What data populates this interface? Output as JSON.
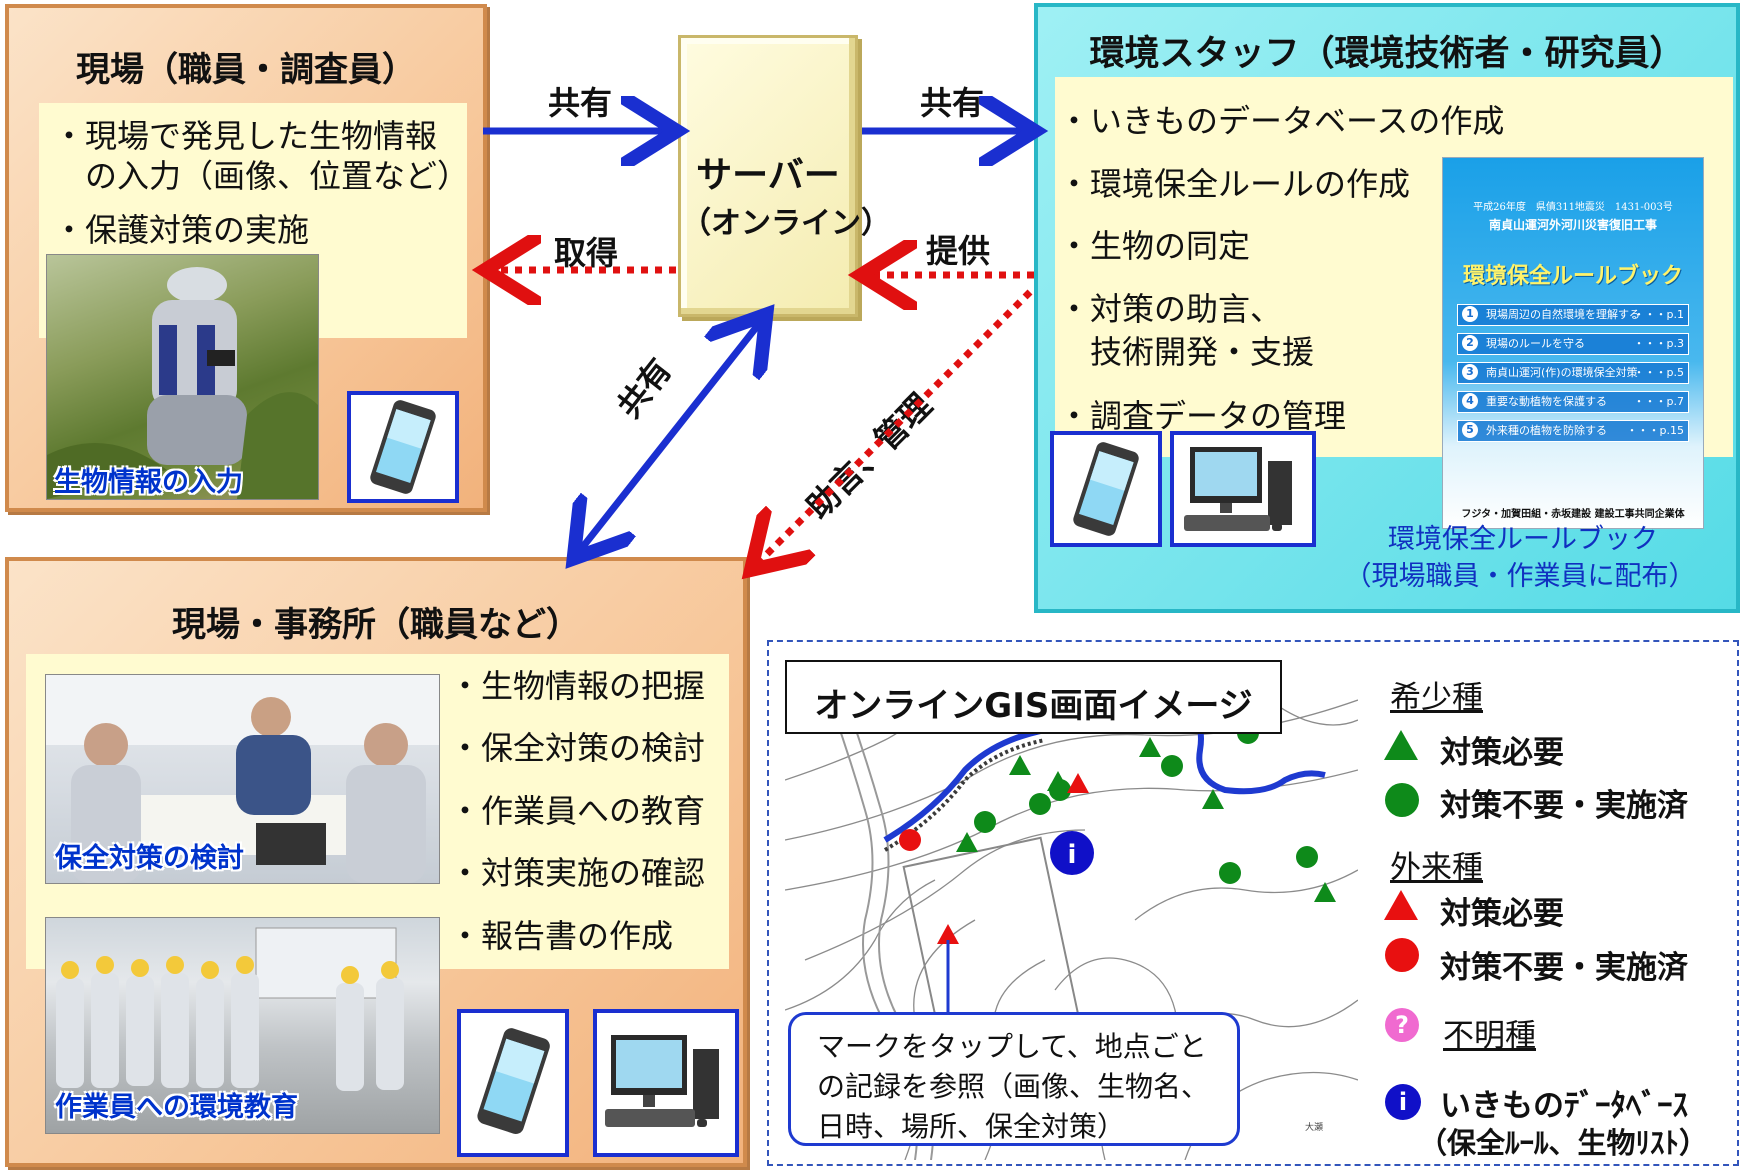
{
  "field_panel": {
    "title": "現場（職員・調査員）",
    "items": [
      "・現場で発見した生物情報",
      "　の入力（画像、位置など）",
      "・保護対策の実施"
    ],
    "photo_caption": "生物情報の入力"
  },
  "server": {
    "line1": "サーバー",
    "line2": "（オンライン）"
  },
  "staff_panel": {
    "title": "環境スタッフ（環境技術者・研究員）",
    "items": [
      "・いきものデータベースの作成",
      "・環境保全ルールの作成",
      "・生物の同定",
      "・対策の助言、",
      "　技術開発・支援",
      "・調査データの管理"
    ],
    "book": {
      "header1": "平成26年度　県債311地震災　1431-003号",
      "header2": "南貞山運河外河川災害復旧工事",
      "title": "環境保全ルールブック",
      "chapters": [
        {
          "no": "1",
          "text": "現場周辺の自然環境を理解する",
          "page": "・・・p.1"
        },
        {
          "no": "2",
          "text": "現場のルールを守る",
          "page": "・・・p.3"
        },
        {
          "no": "3",
          "text": "南貞山運河(作)の環境保全対策",
          "page": "・・・p.5"
        },
        {
          "no": "4",
          "text": "重要な動植物を保護する",
          "page": "・・・p.7"
        },
        {
          "no": "5",
          "text": "外来種の植物を防除する",
          "page": "・・・p.15"
        }
      ],
      "footer": "フジタ・加賀田組・赤坂建設 建設工事共同企業体"
    },
    "book_caption1": "環境保全ルールブック",
    "book_caption2": "（現場職員・作業員に配布）"
  },
  "office_panel": {
    "title": "現場・事務所（職員など）",
    "items": [
      "・生物情報の把握",
      "・保全対策の検討",
      "・作業員への教育",
      "・対策実施の確認",
      "・報告書の作成"
    ],
    "photo1_caption": "保全対策の検討",
    "photo2_caption": "作業員への環境教育"
  },
  "arrows": {
    "share_top_left": "共有",
    "share_top_right": "共有",
    "acquire": "取得",
    "provide": "提供",
    "share_diag": "共有",
    "advice": "助言、管理"
  },
  "gis": {
    "title": "オンラインGIS画面イメージ",
    "callout": [
      "マークをタップして、地点ごと",
      "の記録を参照（画像、生物名、",
      "日時、場所、保全対策）"
    ],
    "map_label": "大瀬",
    "legend": {
      "rare_header": "希少種",
      "rare_need": "対策必要",
      "rare_done": "対策不要・実施済",
      "alien_header": "外来種",
      "alien_need": "対策必要",
      "alien_done": "対策不要・実施済",
      "unknown_symbol": "?",
      "unknown": "不明種",
      "db_symbol": "i",
      "db_line1": "いきものﾃﾞｰﾀﾍﾞｰｽ",
      "db_line2": "（保全ﾙｰﾙ、生物ﾘｽﾄ）"
    }
  },
  "colors": {
    "rare": "#0e8a1a",
    "alien": "#e81010",
    "unknown": "#f06ad0",
    "db": "#1010c8",
    "share_arrow": "#1a2fd0",
    "red_arrow": "#e01010"
  }
}
